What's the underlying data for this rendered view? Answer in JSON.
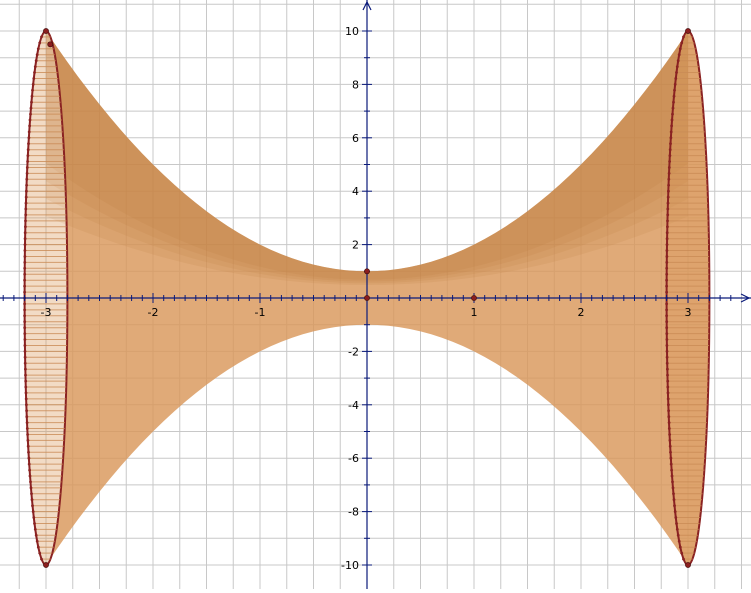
{
  "chart_data": {
    "type": "scatter",
    "axes": {
      "x": {
        "range": [
          -3.4,
          3.6
        ],
        "grid_step": 0.25,
        "minor_tick_step": 0.1,
        "tick_labels": [
          {
            "value": -3,
            "label": "-3"
          },
          {
            "value": -2,
            "label": "-2"
          },
          {
            "value": -1,
            "label": "-1"
          },
          {
            "value": 1,
            "label": "1"
          },
          {
            "value": 2,
            "label": "2"
          },
          {
            "value": 3,
            "label": "3"
          }
        ]
      },
      "y": {
        "range": [
          -11,
          11
        ],
        "grid_step": 1,
        "minor_tick_step": 1,
        "tick_labels": [
          {
            "value": 10,
            "label": "10"
          },
          {
            "value": 8,
            "label": "8"
          },
          {
            "value": 6,
            "label": "6"
          },
          {
            "value": 4,
            "label": "4"
          },
          {
            "value": 2,
            "label": "2"
          },
          {
            "value": -2,
            "label": "-2"
          },
          {
            "value": -4,
            "label": "-4"
          },
          {
            "value": -6,
            "label": "-6"
          },
          {
            "value": -8,
            "label": "-8"
          },
          {
            "value": -10,
            "label": "-10"
          }
        ]
      },
      "grid": true
    },
    "surface": {
      "description_kind": "hyperboloid-like band bounded by y = ±(x² + 1)",
      "upper_boundary": [
        [
          -3,
          10
        ],
        [
          -2.5,
          7.25
        ],
        [
          -2,
          5
        ],
        [
          -1.5,
          3.25
        ],
        [
          -1,
          2
        ],
        [
          -0.5,
          1.25
        ],
        [
          0,
          1
        ],
        [
          0.5,
          1.25
        ],
        [
          1,
          2
        ],
        [
          1.5,
          3.25
        ],
        [
          2,
          5
        ],
        [
          2.5,
          7.25
        ],
        [
          3,
          10
        ]
      ],
      "lower_boundary": [
        [
          -3,
          -10
        ],
        [
          -2.5,
          -7.25
        ],
        [
          -2,
          -5
        ],
        [
          -1.5,
          -3.25
        ],
        [
          -1,
          -2
        ],
        [
          -0.5,
          -1.25
        ],
        [
          0,
          -1
        ],
        [
          0.5,
          -1.25
        ],
        [
          1,
          -2
        ],
        [
          1.5,
          -3.25
        ],
        [
          2,
          -5
        ],
        [
          2.5,
          -7.25
        ],
        [
          3,
          -10
        ]
      ],
      "end_ellipse_x_radius": 0.2,
      "ruling_count": 90
    },
    "points": [
      {
        "x": 0,
        "y": 1
      },
      {
        "x": 0,
        "y": 0
      },
      {
        "x": 1,
        "y": 0
      },
      {
        "x": 3,
        "y": 10
      },
      {
        "x": -3,
        "y": 10
      },
      {
        "x": -2.96,
        "y": 9.5
      },
      {
        "x": -3,
        "y": -10
      },
      {
        "x": 3,
        "y": -10
      }
    ],
    "colors": {
      "fill": "#d9975a",
      "fill_dark": "#b8742e",
      "ruling": "#c98b55",
      "ellipse": "#8a2222",
      "axis": "#0a1a7a",
      "grid": "#c8c8c8",
      "point": "#8a1e1e"
    }
  }
}
